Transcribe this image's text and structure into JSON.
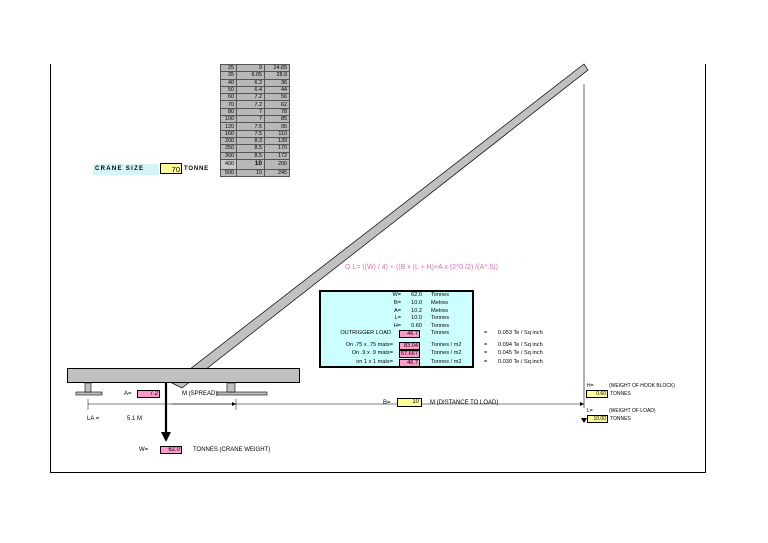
{
  "table": {
    "rows": [
      [
        "25",
        "9",
        "24.65"
      ],
      [
        "35",
        "6.05",
        "28.9"
      ],
      [
        "40",
        "6.2",
        "36"
      ],
      [
        "50",
        "6.4",
        "44"
      ],
      [
        "60",
        "7.2",
        "56"
      ],
      [
        "70",
        "7.2",
        "62"
      ],
      [
        "80",
        "7",
        "78"
      ],
      [
        "100",
        "7",
        "85"
      ],
      [
        "120",
        "7.5",
        "95"
      ],
      [
        "160",
        "7.5",
        "110"
      ],
      [
        "200",
        "8.3",
        "139"
      ],
      [
        "250",
        "8.5",
        "170"
      ],
      [
        "300",
        "8.5",
        "172"
      ],
      [
        "400",
        "10",
        "200"
      ],
      [
        "500",
        "10",
        "245"
      ]
    ],
    "selected_index": 13
  },
  "crane_size": {
    "label": "CRANE SIZE",
    "value": "70",
    "unit": "TONNE"
  },
  "formula": "O L= ((W) / 4) + ((B x (L + H)+A x (2^0 /2) /(A^.5))",
  "calc": {
    "rows": [
      {
        "label": "W=",
        "value": "62.0",
        "unit": "Tonnes"
      },
      {
        "label": "B=",
        "value": "10.0",
        "unit": "Metres"
      },
      {
        "label": "A=",
        "value": "10.2",
        "unit": "Metres"
      },
      {
        "label": "L=",
        "value": "10.0",
        "unit": "Tonnes"
      },
      {
        "label": "H=",
        "value": "0.60",
        "unit": "Tonnes"
      }
    ],
    "outrigger": {
      "label": "OUTRIGGER LOAD",
      "value": "46.7",
      "unit": "Tonnes",
      "eq": "=",
      "result": "0.053  Te / Sq inch"
    },
    "mats": [
      {
        "label": "On .75 x .75 mats=",
        "value": "83.04",
        "unit": "Tonnes / m2",
        "eq": "=",
        "result": "0.094  Te / Sq inch"
      },
      {
        "label": "On .9 x .9 mats=",
        "value": "57.667",
        "unit": "Tonnes / m2",
        "eq": "=",
        "result": "0.045  Te / Sq inch"
      },
      {
        "label": "on 1 x 1 mats=",
        "value": "46.7",
        "unit": "Tonnes / m2",
        "eq": "=",
        "result": "0.030  Te / Sq inch"
      }
    ]
  },
  "spread": {
    "label": "A=",
    "value": "7.2",
    "unit": "M (SPREAD)"
  },
  "la": {
    "label": "LA  =",
    "value": "5.1  M"
  },
  "distance": {
    "label": "B=",
    "value": "10",
    "unit": "M  (DISTANCE  TO LOAD)"
  },
  "crane_weight": {
    "label": "W=",
    "value": "62.0",
    "unit": "TONNES (CRANE WEIGHT)"
  },
  "hook": {
    "label": "H=",
    "desc": "(WEIGHT OF HOOK BLOCK)",
    "value": "0.60",
    "unit": "TONNES"
  },
  "load": {
    "label": "L=",
    "desc": "(WEIGHT OF LOAD)",
    "value": "10.00",
    "unit": "TONNES"
  },
  "colors": {
    "cyan": "#ccffff",
    "pink": "#ff99cc",
    "yellow": "#ffff99",
    "grey": "#c0c0c0"
  }
}
